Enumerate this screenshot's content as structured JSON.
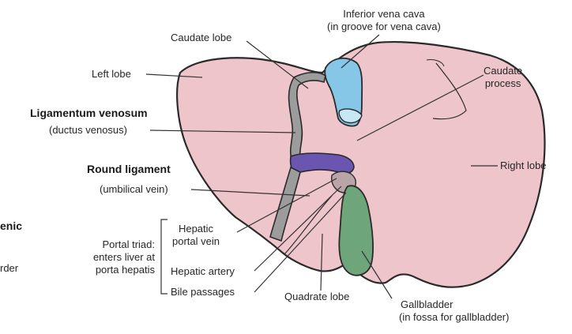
{
  "labels": {
    "ivc_1": "Inferior vena cava",
    "ivc_2": "(in groove for vena cava)",
    "caudate_lobe": "Caudate lobe",
    "left_lobe": "Left lobe",
    "caudate_process_1": "Caudate",
    "caudate_process_2": "process",
    "lig_venosum": "Ligamentum venosum",
    "ductus_venosus": "(ductus venosus)",
    "round_ligament": "Round ligament",
    "umbilical_vein": "(umbilical vein)",
    "right_lobe": "Right lobe",
    "cut_left_1": "enic",
    "cut_left_2": "rder",
    "portal_triad_1": "Portal triad:",
    "portal_triad_2": "enters liver at",
    "portal_triad_3": "porta hepatis",
    "hepatic_portal_1": "Hepatic",
    "hepatic_portal_2": "portal vein",
    "hepatic_artery": "Hepatic artery",
    "bile_passages": "Bile passages",
    "quadrate_lobe": "Quadrate lobe",
    "gallbladder_1": "Gallbladder",
    "gallbladder_2": "(in fossa for gallbladder)"
  },
  "colors": {
    "liver": "#edc5cb",
    "vena_cava": "#86c6e6",
    "ligament_venosum": "#9c9c9c",
    "round_ligament": "#6a55b0",
    "gallbladder": "#6fa57a",
    "outline": "#2a2a2a"
  }
}
